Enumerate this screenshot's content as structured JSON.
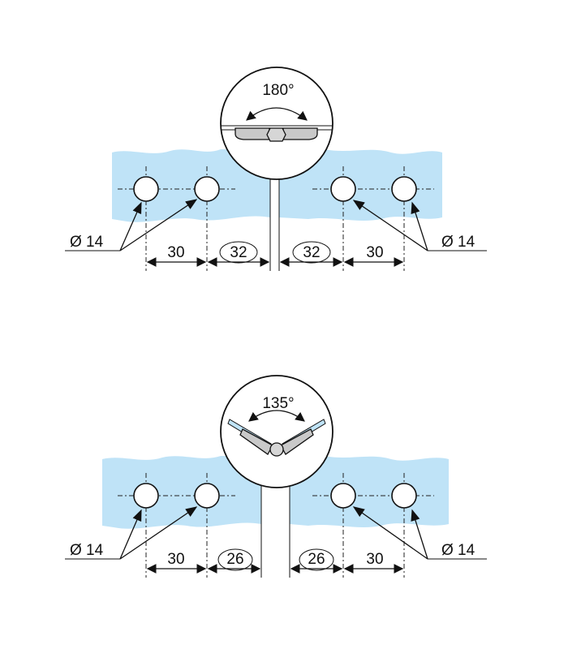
{
  "colors": {
    "glass": "#bfe3f7",
    "line": "#111111",
    "hinge": "#c9c9c9"
  },
  "diagrams": [
    {
      "angle_label": "180°",
      "hole_label_left": "Ø 14",
      "hole_label_right": "Ø 14",
      "dims": [
        "30",
        "32",
        "32",
        "30"
      ]
    },
    {
      "angle_label": "135°",
      "hole_label_left": "Ø 14",
      "hole_label_right": "Ø 14",
      "dims": [
        "30",
        "26",
        "26",
        "30"
      ]
    }
  ]
}
